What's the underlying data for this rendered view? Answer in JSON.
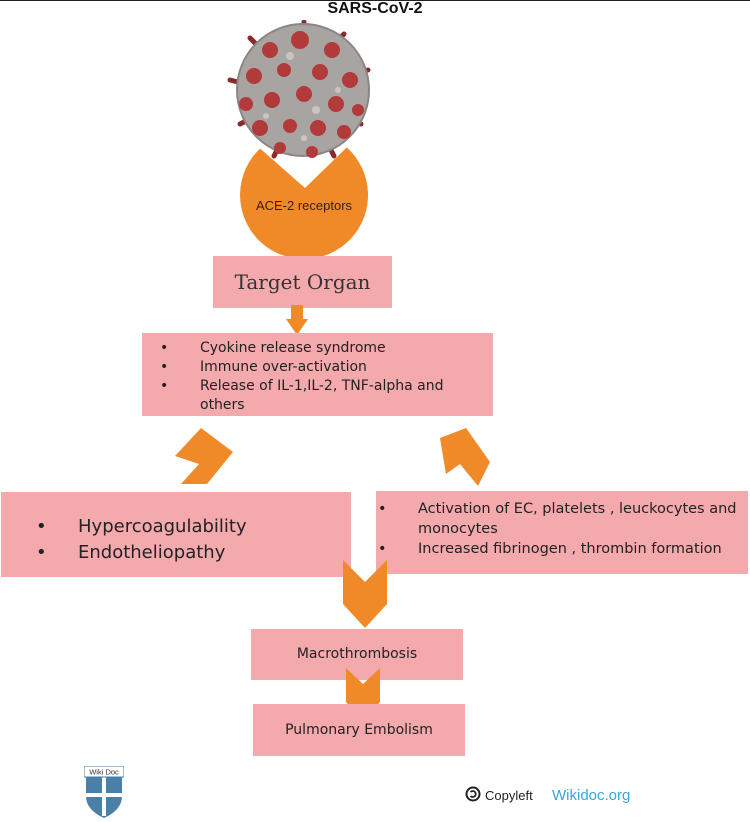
{
  "title": "SARS-CoV-2",
  "receptor_label": "ACE-2 receptors",
  "target_organ": "Target Organ",
  "effects": [
    "Cyokine release syndrome",
    "Immune over-activation",
    "Release of IL-1,IL-2, TNF-alpha and others"
  ],
  "left_branch": [
    "Hypercoagulability",
    "Endotheliopathy"
  ],
  "right_branch": [
    "Activation of EC, platelets , leuckocytes and monocytes",
    "Increased fibrinogen , thrombin formation"
  ],
  "macro": "Macrothrombosis",
  "pe": "Pulmonary Embolism",
  "footer": {
    "logo_text": "Wiki Doc",
    "copyleft_label": "Copyleft",
    "site_link": "Wikidoc.org"
  },
  "colors": {
    "box_fill": "#f4a9ad",
    "arrow_fill": "#f08a28",
    "receptor_fill": "#f08a28",
    "link_color": "#3aa3d8"
  }
}
